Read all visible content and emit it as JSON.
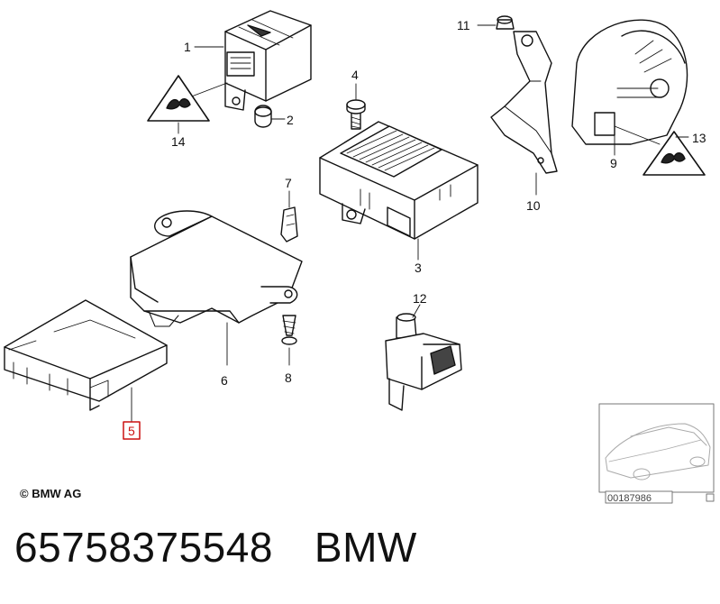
{
  "labels": {
    "l1": "1",
    "l2": "2",
    "l3": "3",
    "l4": "4",
    "l5": "5",
    "l6": "6",
    "l7": "7",
    "l8": "8",
    "l9": "9",
    "l10": "10",
    "l11": "11",
    "l12": "12",
    "l13": "13",
    "l14": "14"
  },
  "highlight_color": "#cc1111",
  "thumbnail": {
    "code": "00187986"
  },
  "copyright": "© BMW AG",
  "footer": {
    "part_number": "65758375548",
    "brand": "BMW"
  }
}
